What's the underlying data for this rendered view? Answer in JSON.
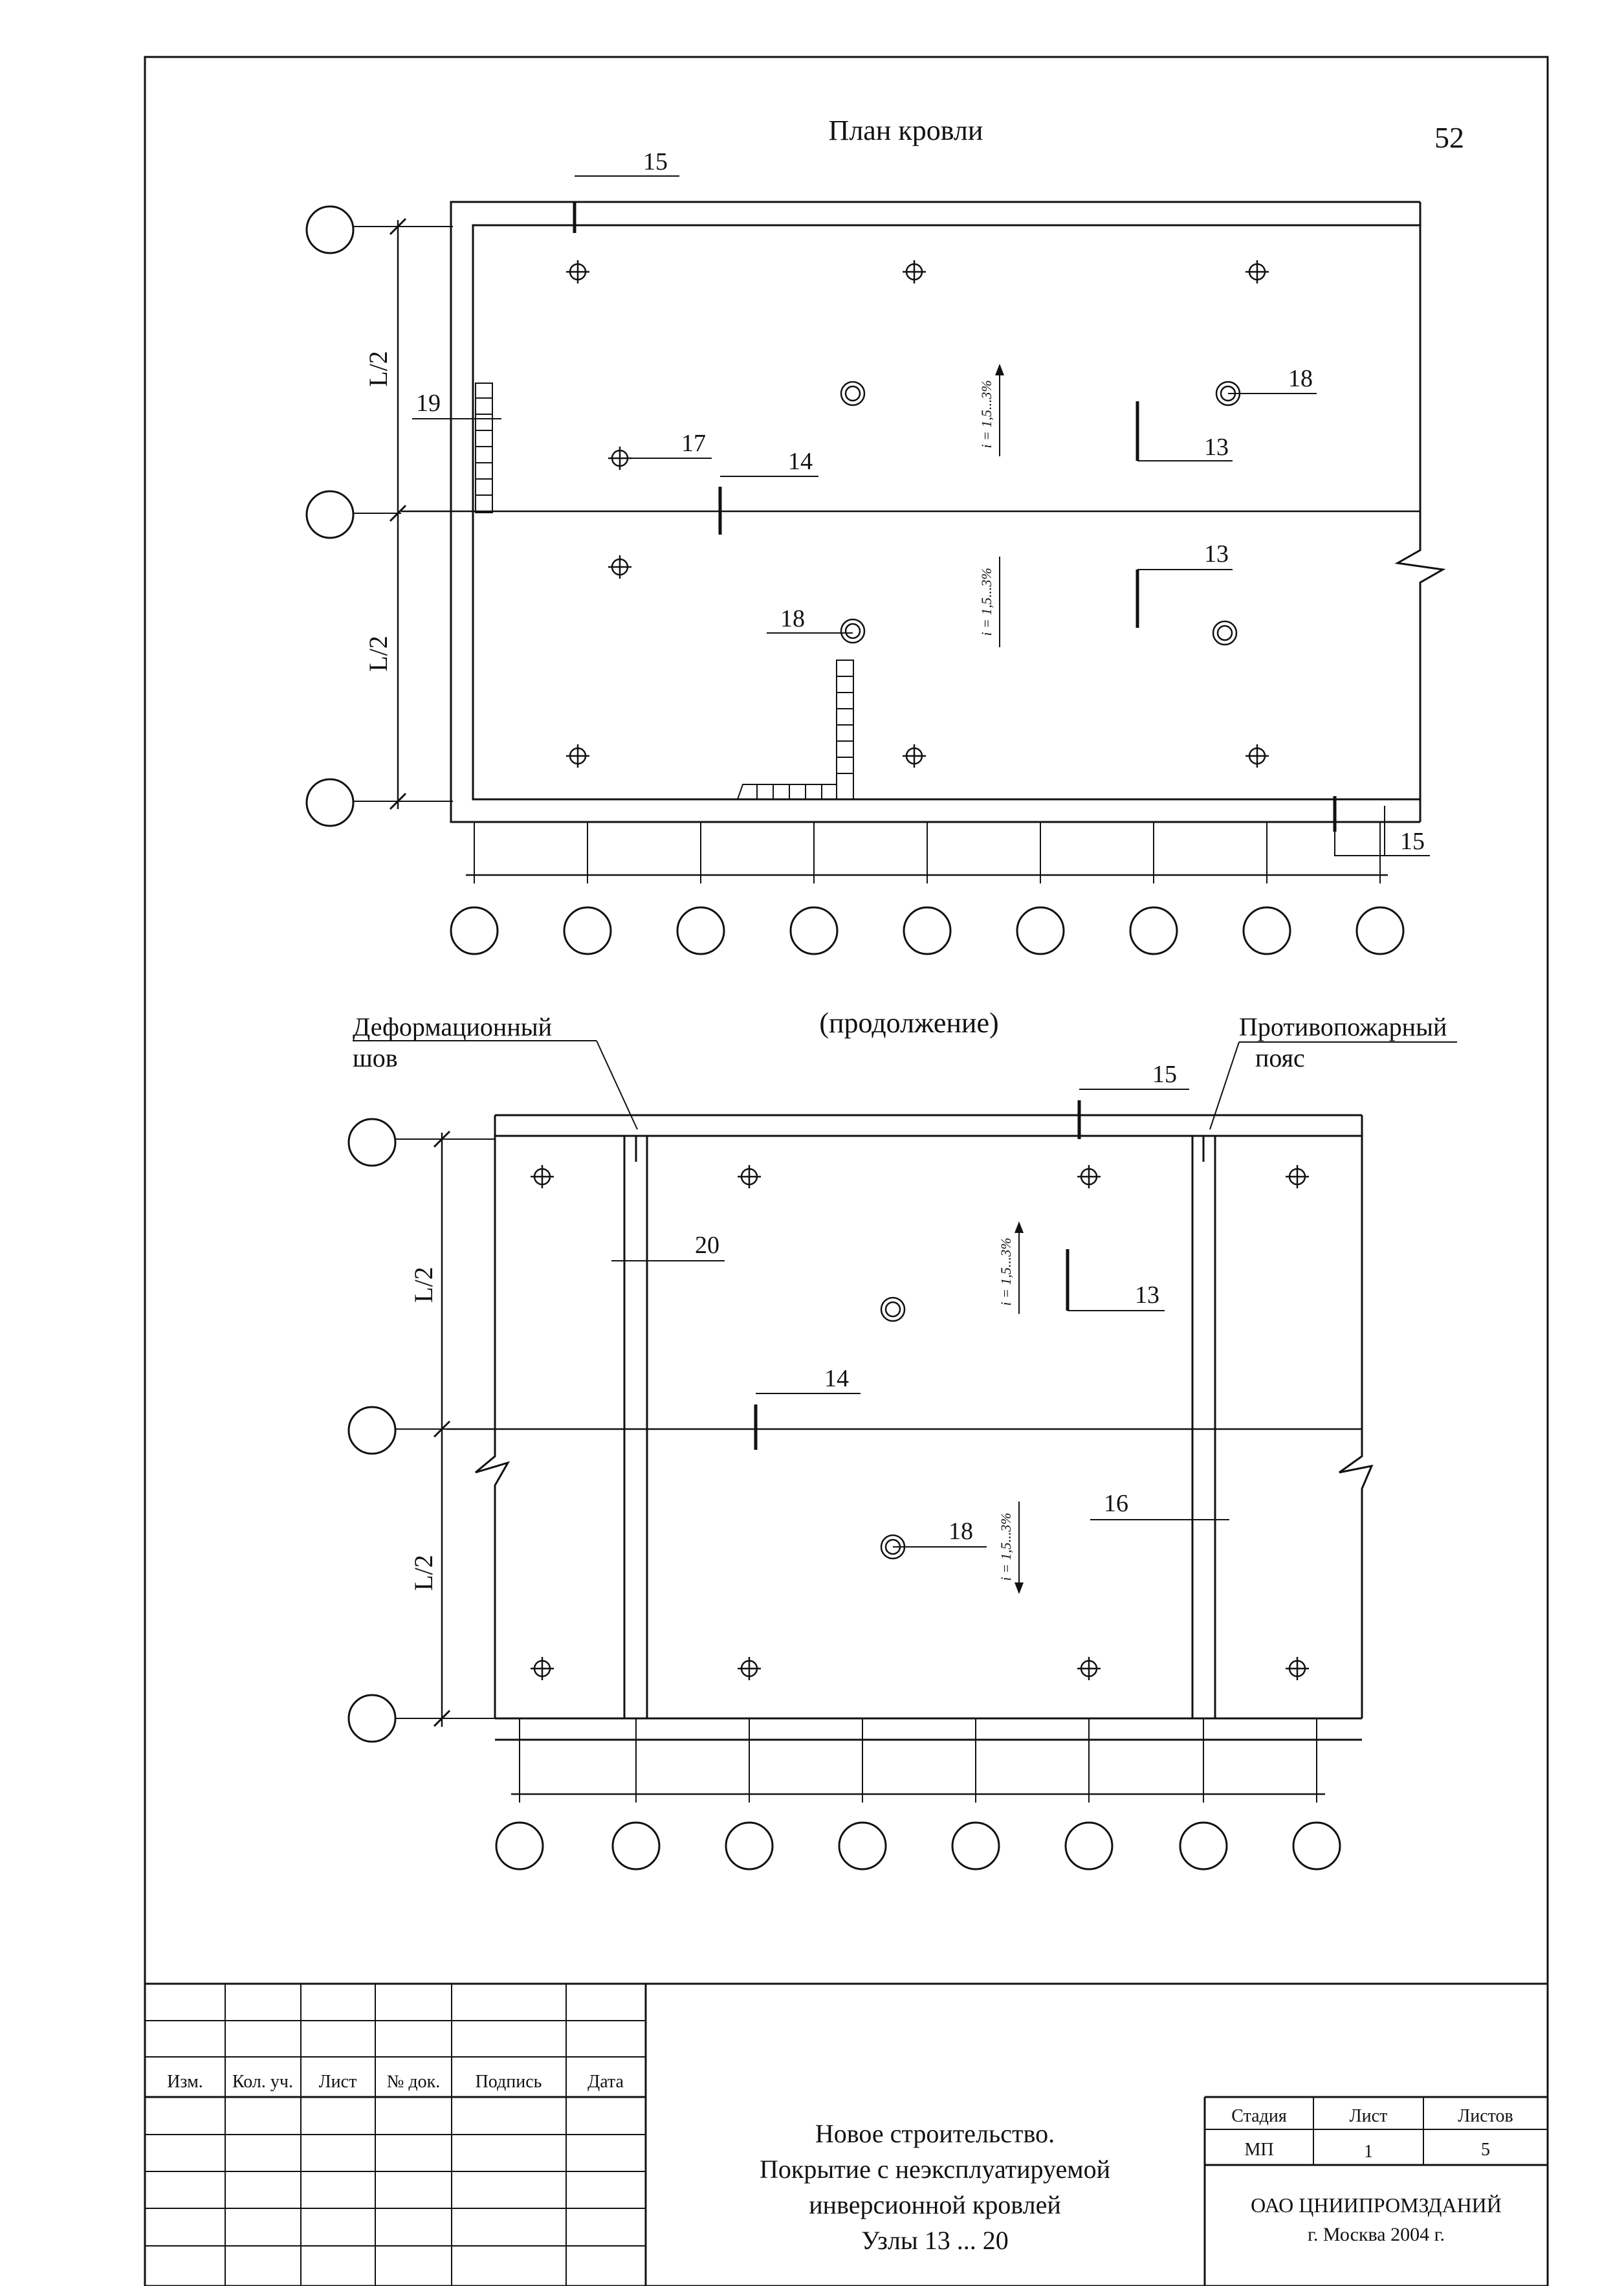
{
  "sheet": {
    "plan_title": "План кровли",
    "page_number": "52",
    "continuation_title": "(продолжение)",
    "deformation_joint_label": [
      "Деформационный",
      "шов"
    ],
    "fire_belt_label": [
      "Противопожарный",
      "пояс"
    ],
    "span_label": "L/2",
    "slope_label": "i = 1,5...3%"
  },
  "callouts": {
    "top_plan": [
      "15",
      "19",
      "17",
      "14",
      "18",
      "13",
      "13",
      "18",
      "15"
    ],
    "bottom_plan": [
      "15",
      "20",
      "13",
      "14",
      "18",
      "16"
    ]
  },
  "title_block": {
    "headers": [
      "Изм.",
      "Кол. уч.",
      "Лист",
      "№ док.",
      "Подпись",
      "Дата"
    ],
    "project_lines": [
      "Новое строительство.",
      "Покрытие с неэксплуатируемой",
      "инверсионной кровлей",
      "Узлы 13 ... 20"
    ],
    "stage_headers": [
      "Стадия",
      "Лист",
      "Листов"
    ],
    "stage_values": [
      "МП",
      "1",
      "5"
    ],
    "organization": "ОАО ЦНИИПРОМЗДАНИЙ",
    "city_year": "г. Москва 2004 г."
  }
}
